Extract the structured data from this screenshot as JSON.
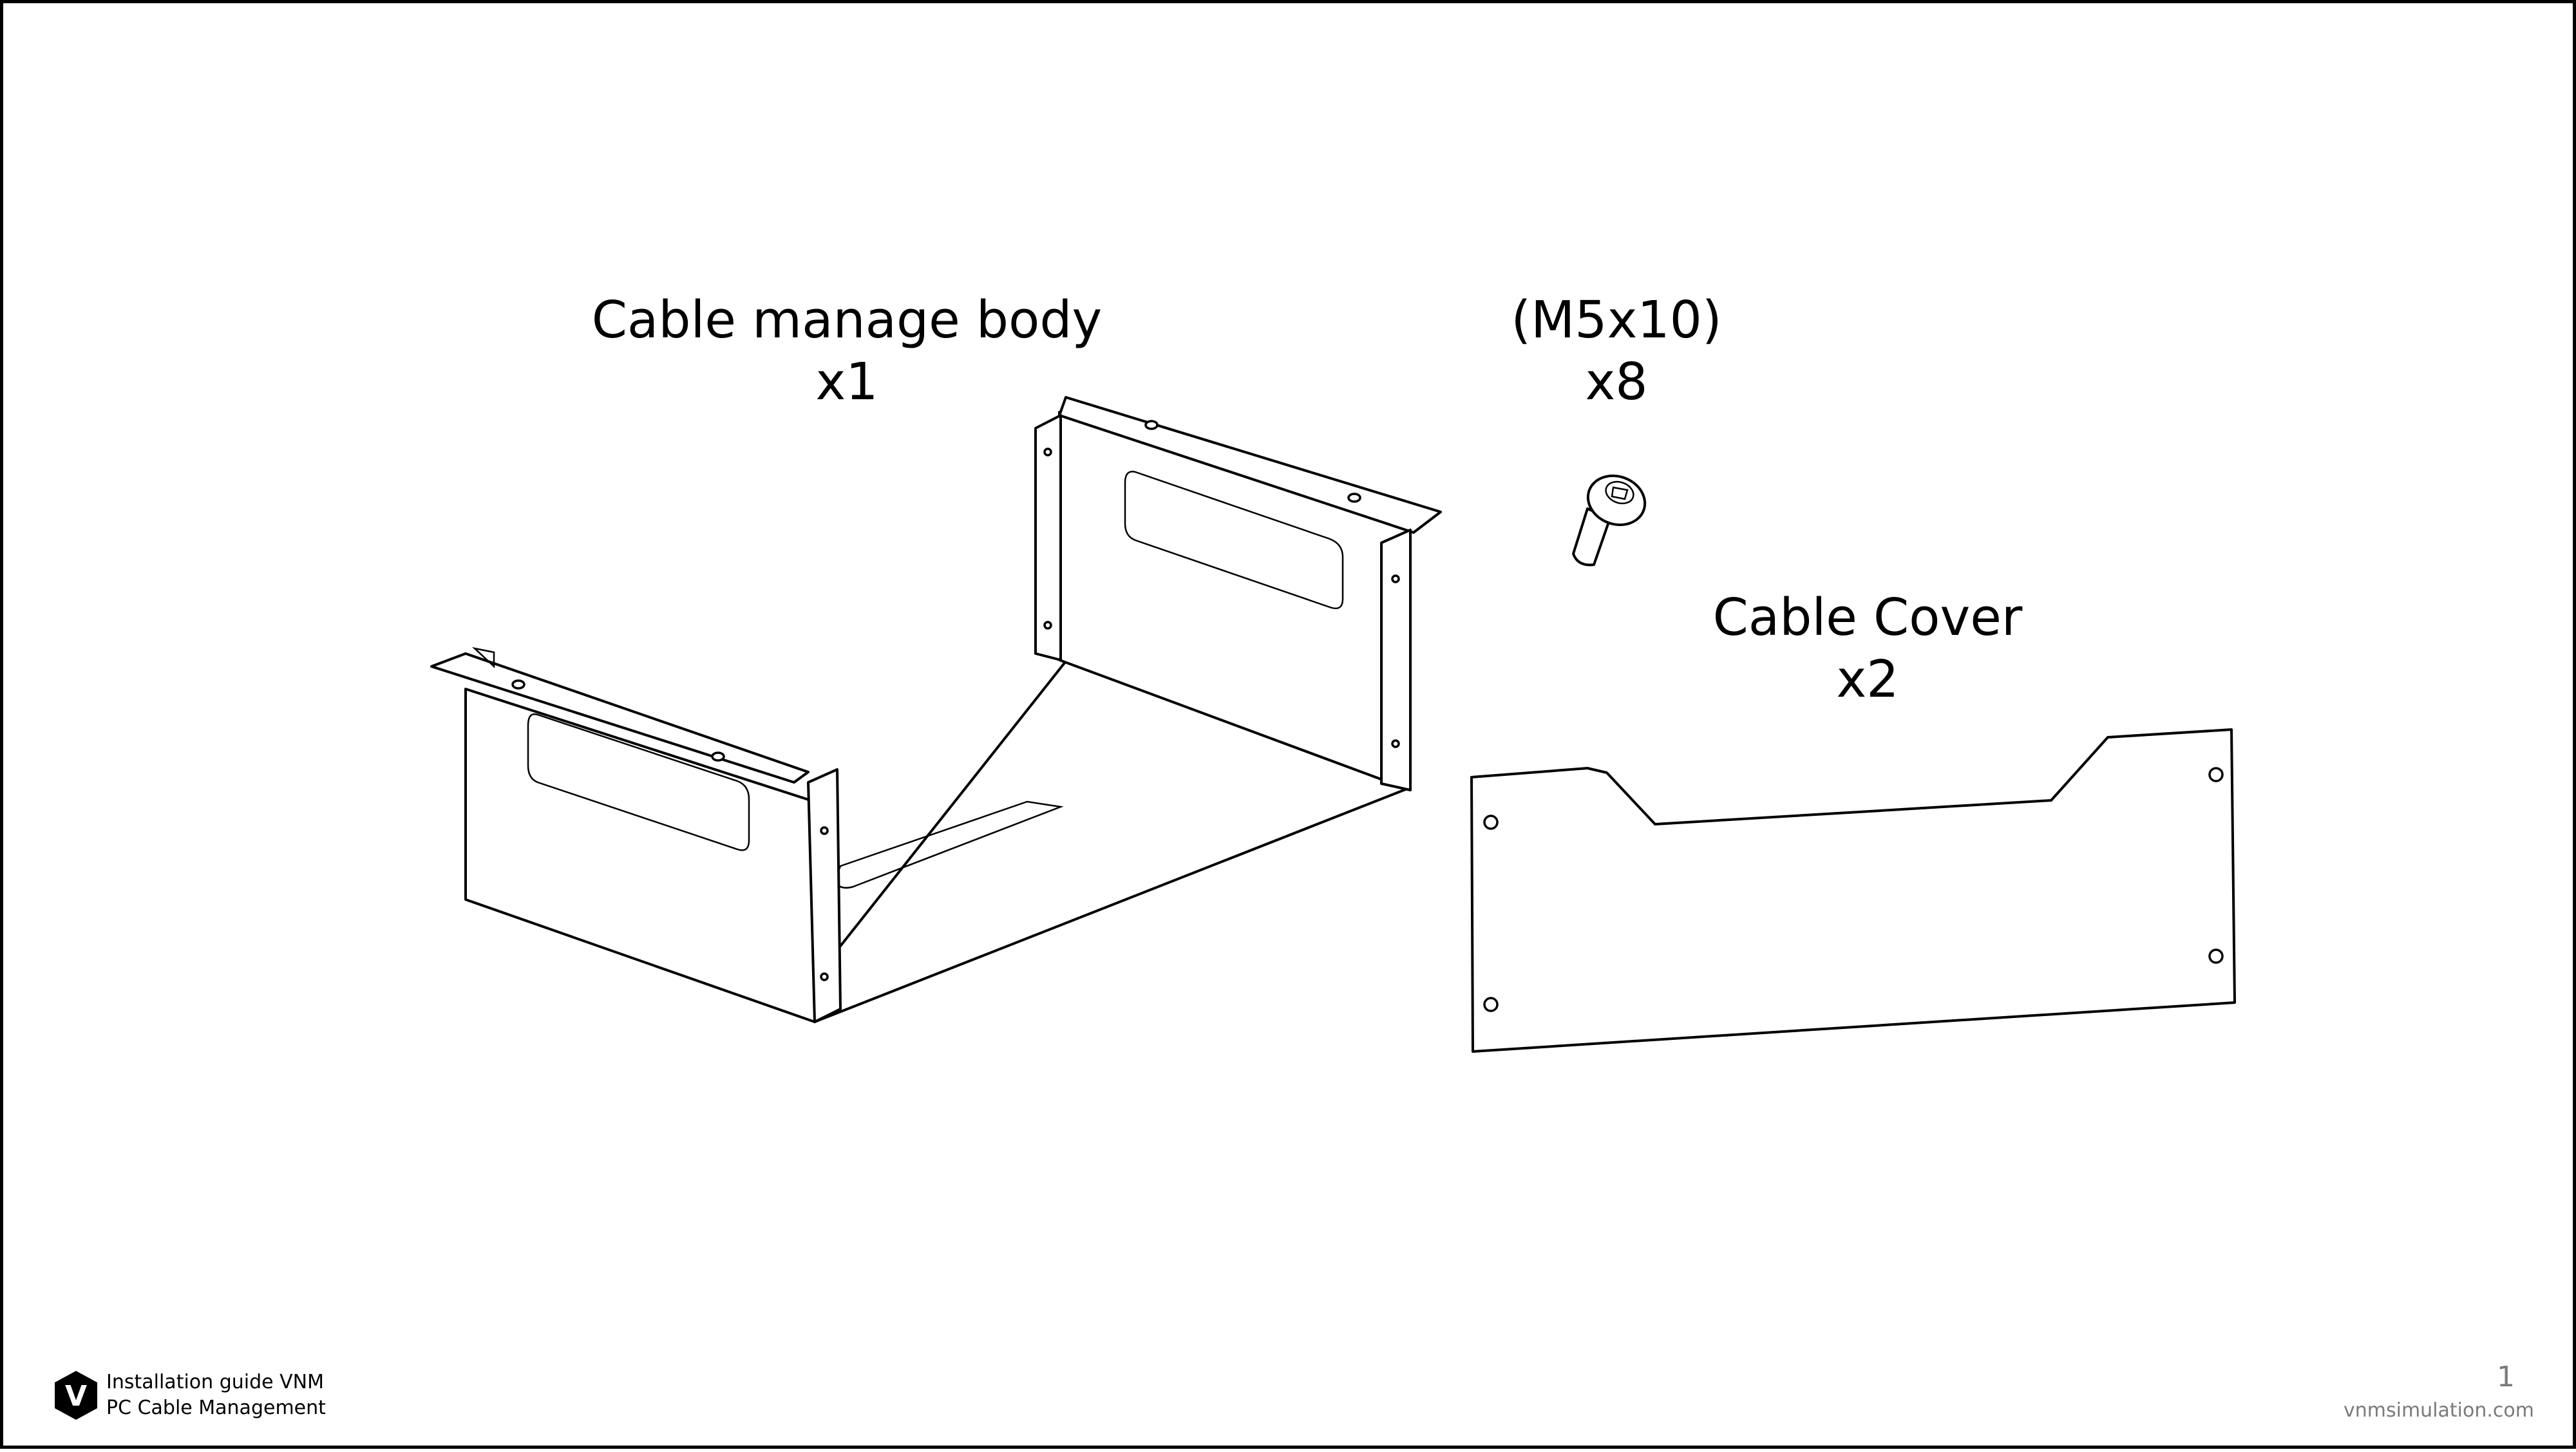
{
  "parts": [
    {
      "name": "Cable manage body",
      "quantity": "x1",
      "icon": "cable-manage-body-drawing"
    },
    {
      "name": "(M5x10)",
      "quantity": "x8",
      "icon": "m5x10-screw-drawing"
    },
    {
      "name": "Cable Cover",
      "quantity": "x2",
      "icon": "cable-cover-drawing"
    }
  ],
  "footer": {
    "logo_letter": "V",
    "line1": "Installation guide VNM",
    "line2": "PC Cable Management",
    "page_number": "1",
    "website": "vnmsimulation.com"
  }
}
